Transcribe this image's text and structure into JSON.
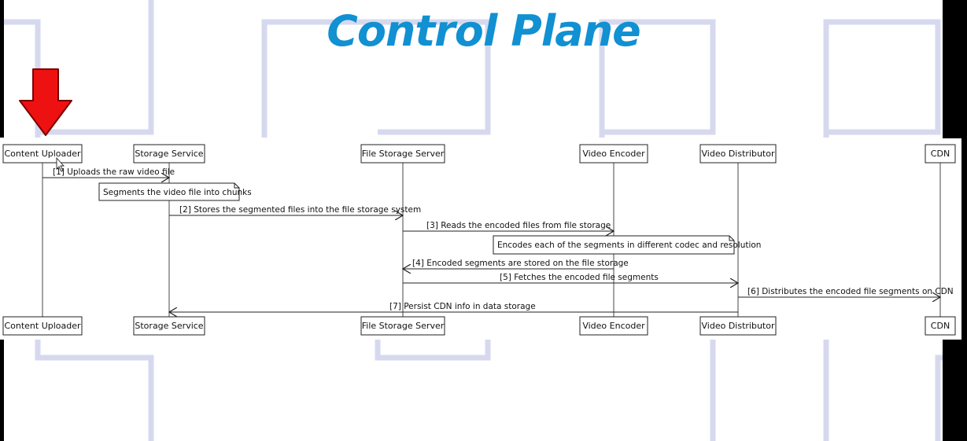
{
  "title": "Control Plane",
  "colors": {
    "title": "#1190d2",
    "background_frame": "#d6d9ee",
    "black_bar": "#000000",
    "pointer_arrow": "#ee1111"
  },
  "participants": [
    {
      "id": "p0",
      "label": "Content Uploader"
    },
    {
      "id": "p1",
      "label": "Storage Service"
    },
    {
      "id": "p2",
      "label": "File Storage Server"
    },
    {
      "id": "p3",
      "label": "Video Encoder"
    },
    {
      "id": "p4",
      "label": "Video Distributor"
    },
    {
      "id": "p5",
      "label": "CDN"
    }
  ],
  "messages": [
    {
      "from": 0,
      "to": 1,
      "label": "[1] Uploads the raw video file"
    },
    {
      "from": 1,
      "to": 2,
      "label": "[2] Stores the segmented files into the file storage system"
    },
    {
      "from": 2,
      "to": 3,
      "label": "[3] Reads the encoded files from file storage"
    },
    {
      "from": 3,
      "to": 2,
      "label": "[4] Encoded segments are stored on the file storage"
    },
    {
      "from": 2,
      "to": 4,
      "label": "[5] Fetches the encoded file segments"
    },
    {
      "from": 4,
      "to": 5,
      "label": "[6] Distributes the encoded file segments on CDN"
    },
    {
      "from": 4,
      "to": 1,
      "label": "[7] Persist CDN info in data storage"
    }
  ],
  "notes": [
    {
      "label": "Segments the video file into chunks"
    },
    {
      "label": "Encodes each of the segments in different codec and resolution"
    }
  ],
  "icons": {
    "pointer": "red-down-arrow-icon",
    "cursor": "mouse-cursor-icon"
  }
}
